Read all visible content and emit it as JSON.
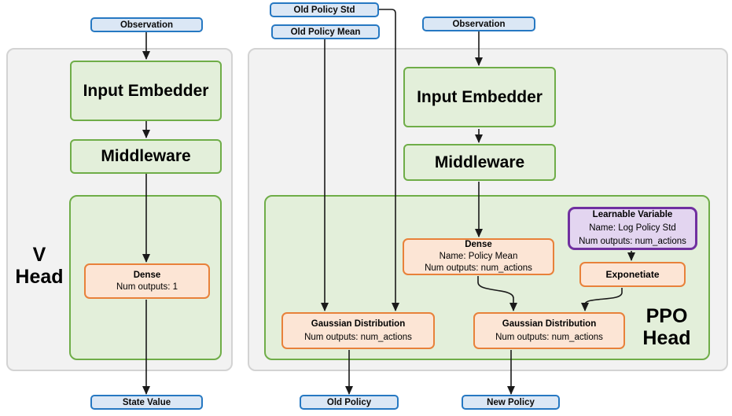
{
  "diagram": {
    "v_head": {
      "label_line1": "V",
      "label_line2": "Head",
      "observation": "Observation",
      "input_embedder": "Input Embedder",
      "middleware": "Middleware",
      "dense": {
        "title": "Dense",
        "outputs": "Num outputs: 1"
      },
      "state_value": "State Value"
    },
    "ppo_head": {
      "label_line1": "PPO",
      "label_line2": "Head",
      "old_policy_std": "Old Policy Std",
      "old_policy_mean": "Old Policy Mean",
      "observation": "Observation",
      "input_embedder": "Input Embedder",
      "middleware": "Middleware",
      "dense": {
        "title": "Dense",
        "name": "Name: Policy Mean",
        "outputs": "Num outputs: num_actions"
      },
      "learnable_variable": {
        "title": "Learnable Variable",
        "name": "Name: Log Policy Std",
        "outputs": "Num outputs: num_actions"
      },
      "exponentiate": "Exponetiate",
      "gaussian_old": {
        "title": "Gaussian Distribution",
        "outputs": "Num outputs: num_actions"
      },
      "gaussian_new": {
        "title": "Gaussian Distribution",
        "outputs": "Num outputs: num_actions"
      },
      "old_policy": "Old Policy",
      "new_policy": "New Policy"
    },
    "colors": {
      "blue_fill": "#dbe7f5",
      "blue_border": "#2678c2",
      "green_fill": "#e3efda",
      "green_border": "#6fad48",
      "orange_fill": "#fce5d5",
      "orange_border": "#e8813a",
      "purple_fill": "#e3d5f0",
      "purple_border": "#7030a0",
      "panel_fill": "#f2f2f2",
      "panel_border": "#d3d3d3",
      "line": "#1a1a1a"
    }
  }
}
